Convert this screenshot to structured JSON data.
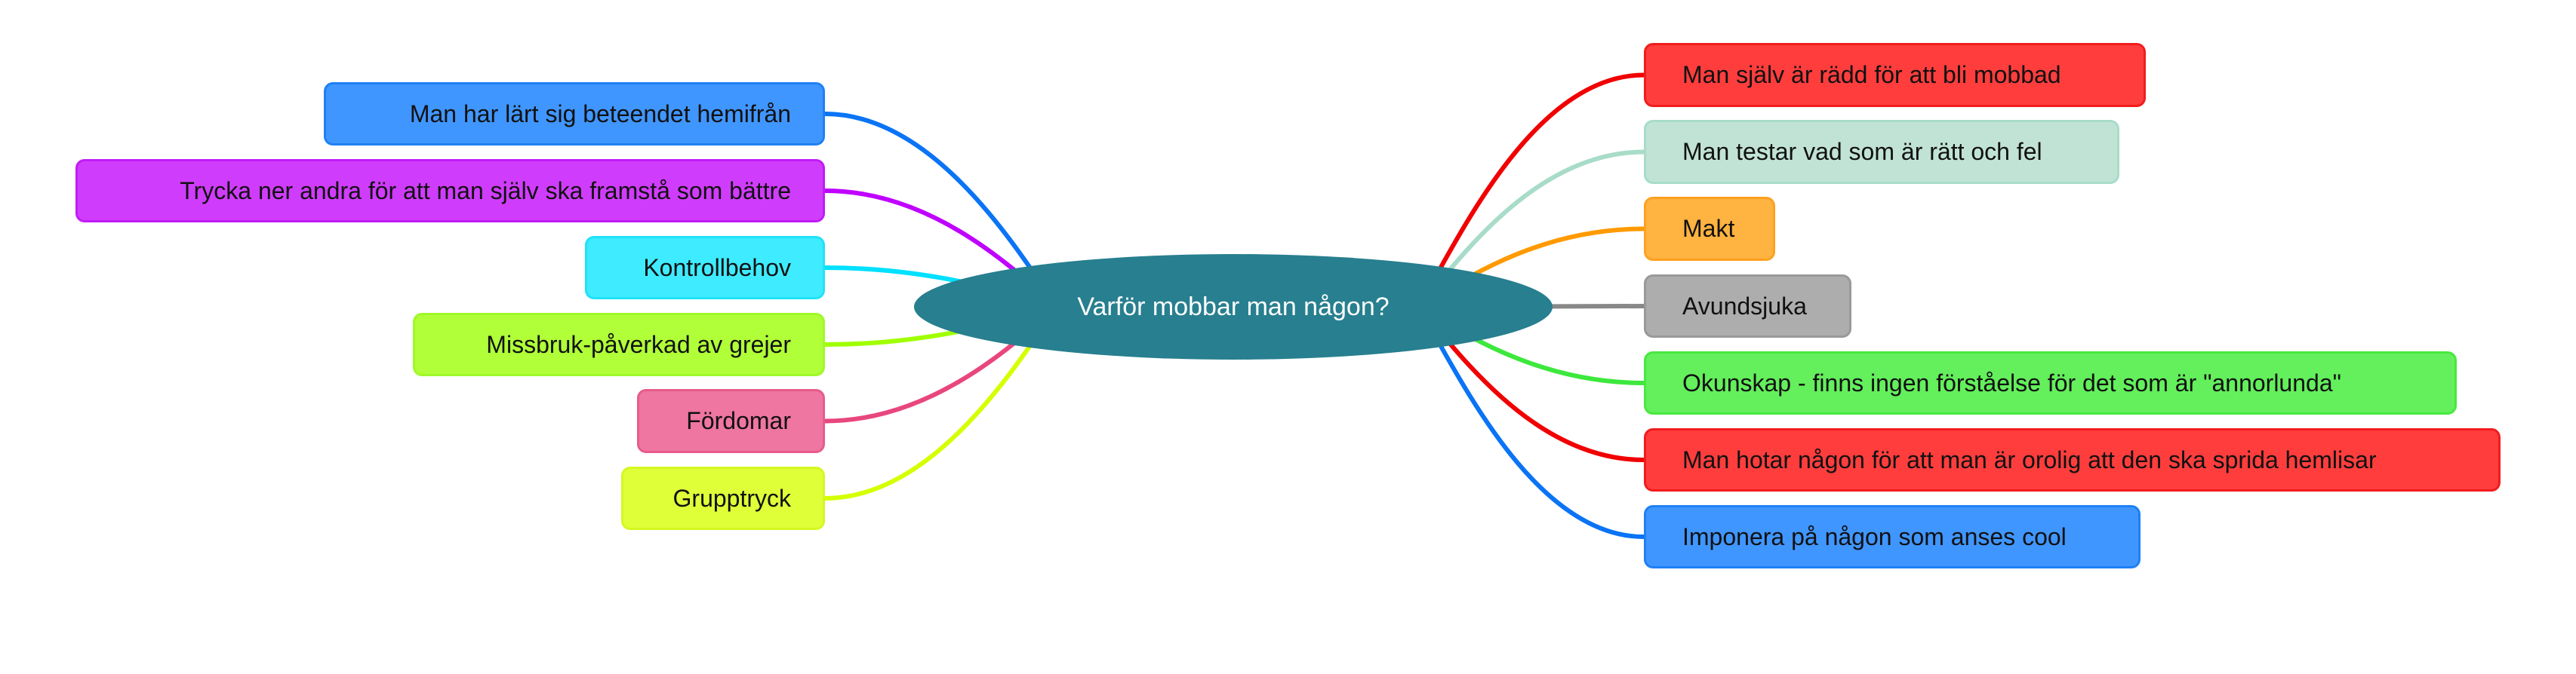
{
  "center": {
    "label": "Varför mobbar man någon?",
    "color": "#277f8f"
  },
  "left_nodes": [
    {
      "label": "Man har lärt sig beteendet hemifrån",
      "fill": "#4096ff",
      "border": "#1f80f5",
      "line": "#0a74f5"
    },
    {
      "label": "Trycka ner andra för att man själv ska framstå som bättre",
      "fill": "#d03cfc",
      "border": "#c01cf5",
      "line": "#c000ff"
    },
    {
      "label": "Kontrollbehov",
      "fill": "#3eebff",
      "border": "#20e2fa",
      "line": "#00e0ff"
    },
    {
      "label": "Missbruk-påverkad av grejer",
      "fill": "#b0ff38",
      "border": "#a0f82a",
      "line": "#a0ff00"
    },
    {
      "label": "Fördomar",
      "fill": "#ee76a0",
      "border": "#e85a8c",
      "line": "#e8467e"
    },
    {
      "label": "Grupptryck",
      "fill": "#dfff38",
      "border": "#d4f820",
      "line": "#d4ff00"
    }
  ],
  "right_nodes": [
    {
      "label": "Man själv är rädd för att bli mobbad",
      "fill": "#ff3d3d",
      "border": "#f21c1c",
      "line": "#f00000"
    },
    {
      "label": "Man testar vad som är rätt och fel",
      "fill": "#c1e3d6",
      "border": "#a8dcc8",
      "line": "#a8dcc8"
    },
    {
      "label": "Makt",
      "fill": "#ffb340",
      "border": "#ffa020",
      "line": "#ff9a00"
    },
    {
      "label": "Avundsjuka",
      "fill": "#adadad",
      "border": "#999999",
      "line": "#888888"
    },
    {
      "label": "Okunskap - finns ingen förståelse för det som är \"annorlunda\"",
      "fill": "#64ef5c",
      "border": "#48e840",
      "line": "#3de83d"
    },
    {
      "label": "Man hotar någon för att man är orolig att den ska sprida hemlisar",
      "fill": "#ff3d3d",
      "border": "#f21c1c",
      "line": "#f00000"
    },
    {
      "label": "Imponera på någon som anses cool",
      "fill": "#4096ff",
      "border": "#1f80f5",
      "line": "#0a74f5"
    }
  ]
}
